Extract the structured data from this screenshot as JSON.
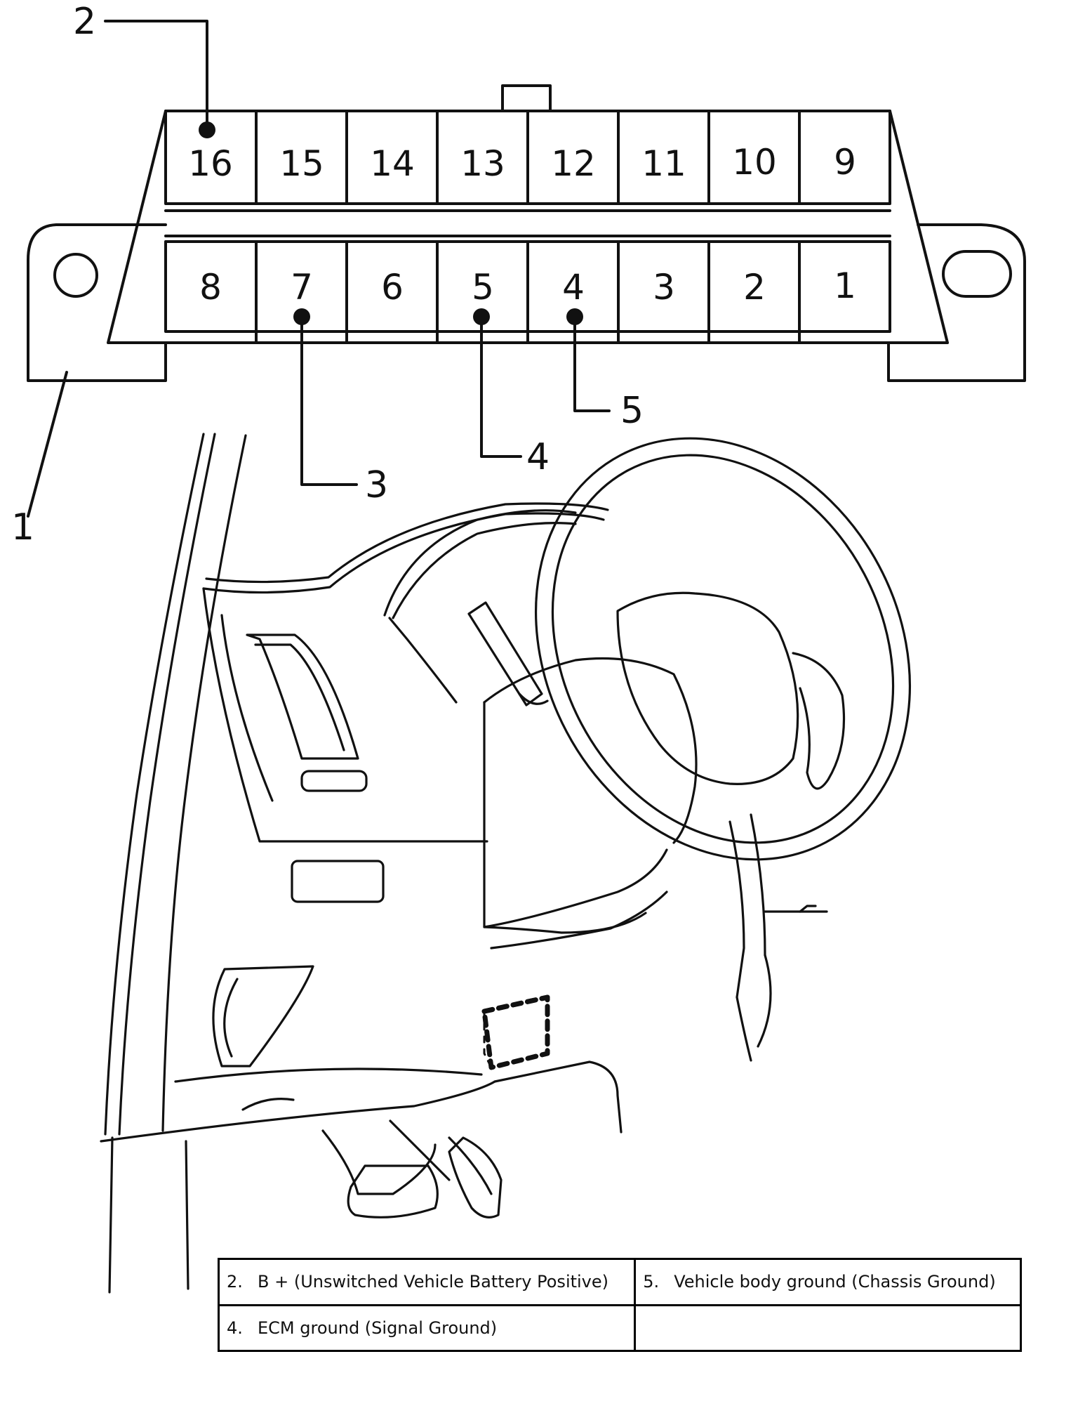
{
  "connector": {
    "top_pins": [
      "16",
      "15",
      "14",
      "13",
      "12",
      "11",
      "10",
      "9"
    ],
    "bottom_pins": [
      "8",
      "7",
      "6",
      "5",
      "4",
      "3",
      "2",
      "1"
    ]
  },
  "callouts": {
    "c1": "1",
    "c2": "2",
    "c3": "3",
    "c4": "4",
    "c5": "5"
  },
  "legend": [
    {
      "num": "2.",
      "text": "B + (Unswitched Vehicle Battery Positive)"
    },
    {
      "num": "5.",
      "text": "Vehicle body ground (Chassis Ground)"
    },
    {
      "num": "4.",
      "text": "ECM ground (Signal Ground)"
    },
    {
      "num": "",
      "text": ""
    }
  ]
}
